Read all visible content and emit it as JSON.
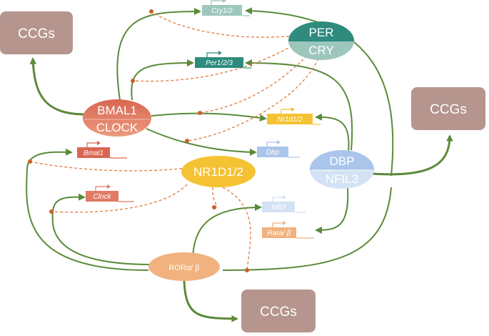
{
  "colors": {
    "activation": "#5b8a3a",
    "repression": "#e27a3f",
    "ccg": "#b5958e",
    "bmal1_clock": "#e07a65",
    "per_cry_top": "#2e8b7e",
    "per_cry_bottom": "#9dc7bc",
    "dbp_top": "#a9c5ea",
    "dbp_bottom": "#d3e2f4",
    "nr1d1": "#f5c233",
    "ror": "#f1b27f"
  },
  "ccgs": {
    "top_left": "CCGs",
    "right": "CCGs",
    "bottom": "CCGs"
  },
  "nodes": {
    "bmal1": "BMAL1",
    "clock": "CLOCK",
    "per": "PER",
    "cry": "CRY",
    "dbp": "DBP",
    "nfil3": "NFIL3",
    "nr1d1": "NR1D1/2",
    "ror": "RORα/ β"
  },
  "genes": {
    "cry": "Cry1/2",
    "per": "Per1/2/3",
    "nr1d1": "Nr1d1/2",
    "dbp": "Dbp",
    "bmal1": "Bmal1",
    "clock": "Clock",
    "nfil3": "Nfil3",
    "rara": "Rara/ β"
  }
}
